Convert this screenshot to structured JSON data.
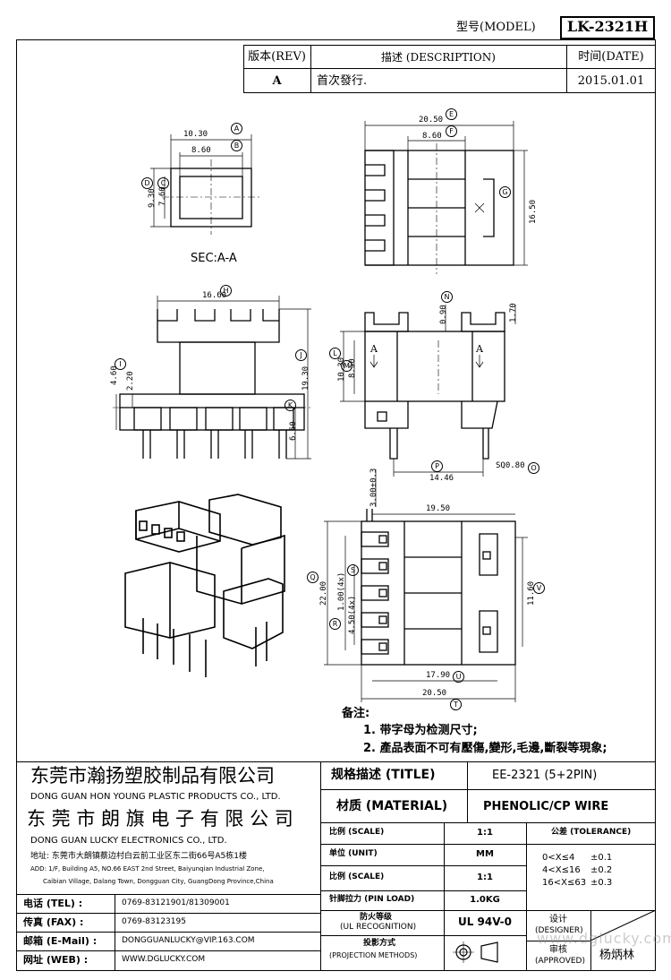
{
  "header": {
    "model_label": "型号(MODEL)",
    "model_value": "LK-2321H"
  },
  "revision": {
    "rev_label": "版本(REV)",
    "desc_label": "描述 (DESCRIPTION)",
    "date_label": "时间(DATE)",
    "rev_value": "A",
    "desc_value": "首次發行.",
    "date_value": "2015.01.01"
  },
  "drawing": {
    "section_label": "SEC:A-A",
    "dimensions": {
      "d1030": "10.30",
      "d860": "8.60",
      "d930": "9.30",
      "d760": "7.60",
      "d2050": "20.50",
      "d860b": "8.60",
      "d1650": "16.50",
      "d1660": "16.60",
      "d460": "4.60",
      "d220": "2.20",
      "d1930": "19.30",
      "d650": "6.50",
      "d090": "0.90",
      "d170": "1.70",
      "d1030b": "10.30",
      "d850": "8.50",
      "d1446": "14.46",
      "sq080": "SQ0.80",
      "d300": "3.00±0.3",
      "d1950": "19.50",
      "d2200": "22.00",
      "d100": "1.00(4x)",
      "d450": "4.50(4x)",
      "d1160": "11.60",
      "d1790": "17.90",
      "d2050b": "20.50"
    },
    "markers": {
      "A": "A",
      "B": "B",
      "C": "C",
      "D": "D",
      "E": "E",
      "F": "F",
      "G": "G",
      "H": "H",
      "I": "I",
      "J": "J",
      "K": "K",
      "L": "L",
      "M": "M",
      "N": "N",
      "O": "O",
      "P": "P",
      "Q": "Q",
      "R": "R",
      "S": "S",
      "T": "T",
      "U": "U",
      "V": "V"
    },
    "section_arrow": "A"
  },
  "notes": {
    "title": "备注:",
    "items": [
      "1. 带字母为检测尺寸;",
      "2. 產品表面不可有壓傷,變形,毛邊,斷裂等現象;"
    ]
  },
  "company": {
    "name_cn_1": "东莞市瀚扬塑胶制品有限公司",
    "name_en_1": "DONG GUAN HON YOUNG PLASTIC PRODUCTS CO., LTD.",
    "name_cn_2": "东 莞 市 朗 旗 电 子 有 限 公 司",
    "name_en_2": "DONG GUAN LUCKY ELECTRONICS CO., LTD.",
    "address_cn": "地址: 东莞市大朗镇蔡边村白云前工业区东二街66号A5栋1楼",
    "address_en_1": "ADD: 1/F, Building A5, NO.66 EAST 2nd Street, Baiyunqian Industrial Zone,",
    "address_en_2": "Caibian Village, Dalang Town, Dongguan City, GuangDong Province,China"
  },
  "contact": {
    "tel_label": "电话 (TEL) :",
    "tel_value": "0769-83121901/81309001",
    "fax_label": "传真 (FAX) :",
    "fax_value": "0769-83123195",
    "mail_label": "邮箱 (E-Mail) :",
    "mail_value": "DONGGUANLUCKY@VIP.163.COM",
    "web_label": "网址 (WEB) :",
    "web_value": "WWW.DGLUCKY.COM"
  },
  "spec": {
    "title_label": "规格描述 (TITLE)",
    "title_value": "EE-2321 (5+2PIN)",
    "material_label": "材质 (MATERIAL)",
    "material_value": "PHENOLIC/CP WIRE",
    "scale_label": "比例 (SCALE)",
    "scale_value": "1:1",
    "tolerance_label": "公差 (TOLERANCE)",
    "unit_label": "单位 (UNIT)",
    "unit_value": "MM",
    "scale_label_2": "比例 (SCALE)",
    "scale_value_2": "1:1",
    "tol_1_range": "0<X≤4",
    "tol_1_value": "±0.1",
    "tol_2_range": "4<X≤16",
    "tol_2_value": "±0.2",
    "tol_3_range": "16<X≤63",
    "tol_3_value": "±0.3",
    "pin_load_label": "针脚拉力 (PIN LOAD)",
    "pin_load_value": "1.0KG",
    "ul_label_1": "防火等级",
    "ul_label_2": "(UL RECOGNITION)",
    "ul_value": "UL 94V-0",
    "projection_label_1": "投影方式",
    "projection_label_2": "(PROJECTION METHODS)",
    "designer_label_1": "设计",
    "designer_label_2": "(DESIGNER)",
    "approved_label_1": "审核",
    "approved_label_2": "(APPROVED)",
    "approved_value": "杨炳林",
    "watermark": "www.dglucky.com"
  }
}
